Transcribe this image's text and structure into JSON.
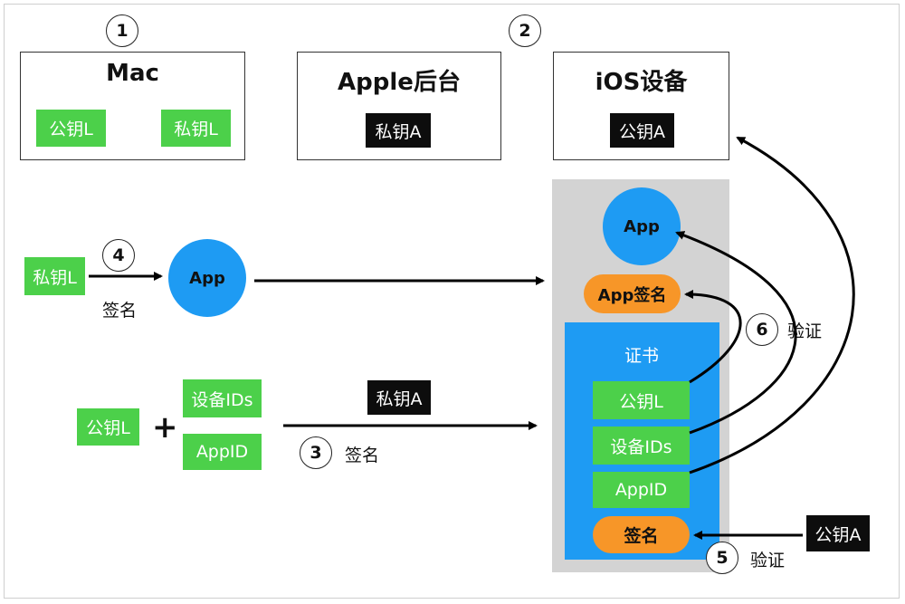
{
  "steps": {
    "s1": "1",
    "s2": "2",
    "s3": "3",
    "s4": "4",
    "s5": "5",
    "s6": "6"
  },
  "mac": {
    "title": "Mac",
    "public_key": "公钥L",
    "private_key": "私钥L"
  },
  "apple": {
    "title": "Apple后台",
    "private_key": "私钥A"
  },
  "ios": {
    "title": "iOS设备",
    "public_key": "公钥A"
  },
  "sign_flow": {
    "private_key": "私钥L",
    "sign_label": "签名",
    "app": "App"
  },
  "cert_flow": {
    "public_key": "公钥L",
    "plus": "+",
    "device_ids": "设备IDs",
    "app_id": "AppID",
    "private_key": "私钥A",
    "sign_label": "签名"
  },
  "package": {
    "app": "App",
    "app_signature": "App签名",
    "certificate": {
      "title": "证书",
      "public_key": "公钥L",
      "device_ids": "设备IDs",
      "app_id": "AppID",
      "signature": "签名"
    }
  },
  "verify5": {
    "public_key": "公钥A",
    "label": "验证"
  },
  "verify6": {
    "label": "验证"
  }
}
